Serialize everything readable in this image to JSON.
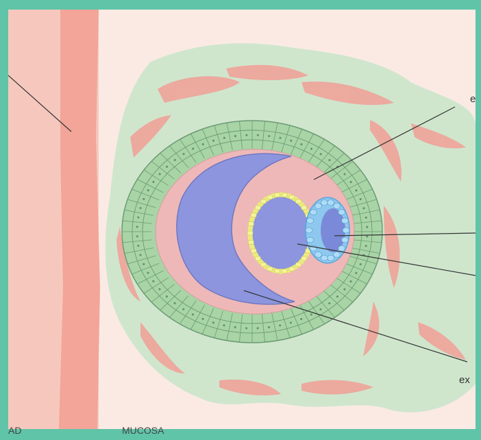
{
  "diagram": {
    "labels": {
      "top_right": "e",
      "bottom_right": "ex",
      "bottom_left": "AD",
      "bottom_center": "MUCOSA"
    },
    "colors": {
      "frame": "#5fc4a8",
      "background": "#fbeae4",
      "uterine_wall": "#f2a598",
      "decidua": "#bfe0c2",
      "vessels": "#f0a39a",
      "cytotrophoblast": "#a8d4a6",
      "cell_outline": "#6c9a73",
      "chorionic_cavity": "#eeb8b8",
      "yolk_sac": "#8c95de",
      "amnion": "#ecec7a",
      "epiblast": "#8ec8ee",
      "leader_lines": "#333333"
    }
  }
}
